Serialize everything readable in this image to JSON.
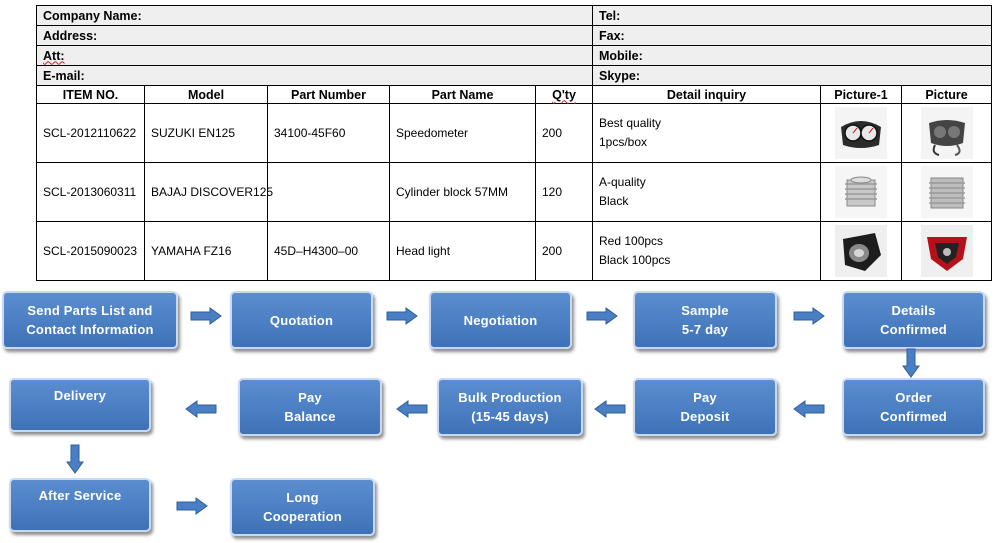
{
  "form": {
    "company_name": "Company Name:",
    "tel": "Tel:",
    "address": "Address:",
    "fax": "Fax:",
    "att": "Att:",
    "mobile": "Mobile:",
    "email": "E-mail:",
    "skype": "Skype:"
  },
  "table": {
    "headers": [
      "ITEM NO.",
      "Model",
      "Part Number",
      "Part Name",
      "Q'ty",
      "Detail inquiry",
      "Picture-1",
      "Picture"
    ],
    "rows": [
      {
        "item_no": "SCL-2012110622",
        "model": "SUZUKI EN125",
        "part_number": "34100-45F60",
        "part_name": "Speedometer",
        "qty": "200",
        "detail_1": "Best quality",
        "detail_2": "1pcs/box"
      },
      {
        "item_no": "SCL-2013060311",
        "model": "BAJAJ DISCOVER125",
        "part_number": "",
        "part_name": "Cylinder block 57MM",
        "qty": "120",
        "detail_1": "A-quality",
        "detail_2": "Black"
      },
      {
        "item_no": "SCL-2015090023",
        "model": "YAMAHA FZ16",
        "part_number": "45D–H4300–00",
        "part_name": "Head light",
        "qty": "200",
        "detail_1": "Red 100pcs",
        "detail_2": "Black 100pcs"
      }
    ]
  },
  "flow": {
    "send_parts_1": "Send Parts List and",
    "send_parts_2": "Contact Information",
    "quotation": "Quotation",
    "negotiation": "Negotiation",
    "sample_1": "Sample",
    "sample_2": "5-7 day",
    "details_1": "Details",
    "details_2": "Confirmed",
    "order_1": "Order",
    "order_2": "Confirmed",
    "pay_deposit_1": "Pay",
    "pay_deposit_2": "Deposit",
    "bulk_1": "Bulk Production",
    "bulk_2": "(15-45 days)",
    "pay_balance_1": "Pay",
    "pay_balance_2": "Balance",
    "delivery": "Delivery",
    "after_service": "After Service",
    "long_coop_1": "Long",
    "long_coop_2": "Cooperation"
  },
  "colors": {
    "step_fill": "#4a7fc4",
    "step_border": "#c9d9ef",
    "info_row_bg": "#efefef"
  },
  "icons": [
    "speedometer-photo",
    "cylinder-photo",
    "headlight-photo",
    "arrow-right-icon",
    "arrow-left-icon",
    "arrow-down-icon"
  ]
}
